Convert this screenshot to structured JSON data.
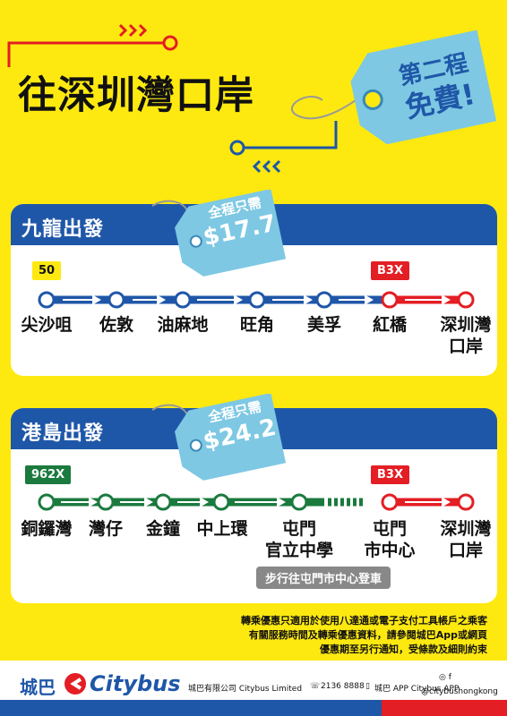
{
  "header": {
    "title": "往深圳灣口岸",
    "promo_tag": {
      "line1": "第二程",
      "line2": "免費!"
    }
  },
  "kowloon": {
    "heading": "九龍出發",
    "fare_tag": {
      "line1": "全程只需",
      "price": "$17.7"
    },
    "route_start": "50",
    "route_end": "B3X",
    "stops": [
      "尖沙咀",
      "佐敦",
      "油麻地",
      "旺角",
      "美孚",
      "紅橋",
      "深圳灣",
      "口岸"
    ]
  },
  "island": {
    "heading": "港島出發",
    "fare_tag": {
      "line1": "全程只需",
      "price": "$24.2"
    },
    "route_start": "962X",
    "route_end": "B3X",
    "stops": [
      "銅鑼灣",
      "灣仔",
      "金鐘",
      "中上環",
      "屯門",
      "官立中學",
      "屯門",
      "市中心",
      "深圳灣",
      "口岸"
    ],
    "walk_note": "步行往屯門市中心登車"
  },
  "terms": [
    "轉乘優惠只適用於使用八達通或電子支付工具帳戶之乘客",
    "有關服務時間及轉乘優惠資料，請參閱城巴App或網頁",
    "優惠期至另行通知，受條款及細則約束"
  ],
  "footer": {
    "brand_cn": "城巴",
    "brand_en": "Citybus",
    "company": "城巴有限公司 Citybus Limited",
    "phone": "2136 8888",
    "app": "城巴 APP Citybus APP",
    "social": "@citybushongkong"
  },
  "colors": {
    "background": "#fde910",
    "blue": "#1f57a8",
    "red": "#e31e24",
    "green": "#1b7a3e",
    "tag": "#7ec8e3"
  }
}
